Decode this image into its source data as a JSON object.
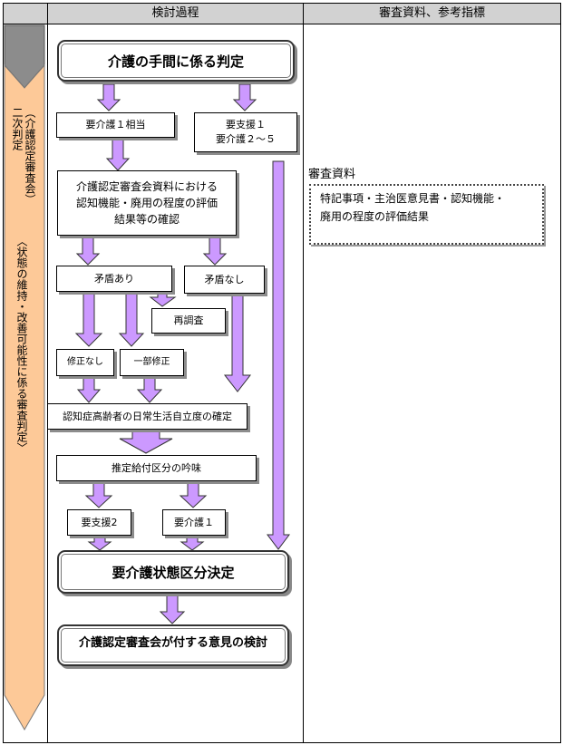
{
  "header": {
    "col_process": "検討過程",
    "col_materials": "審査資料、参考指標"
  },
  "sidebar": {
    "label_secondary": "二次判定",
    "label_committee": "（介護認定審査会）",
    "label_review": "〈状態の維持・改善可能性に係る審査判定〉",
    "colors": {
      "gray": "#8c8c8c",
      "peach": "#fdc998"
    }
  },
  "flow": {
    "start": "介護の手間に係る判定",
    "care1_equiv": "要介護１相当",
    "support1_care2_5": [
      "要支援１",
      "要介護２～５"
    ],
    "confirm": [
      "介護認定審査会資料における",
      "認知機能・廃用の程度の評価",
      "結果等の確認"
    ],
    "contradiction_yes": "矛盾あり",
    "contradiction_no": "矛盾なし",
    "reinvestigate": "再調査",
    "no_correction": "修正なし",
    "partial_correction": "一部修正",
    "dementia_level": "認知症高齢者の日常生活自立度の確定",
    "benefit_review": "推定給付区分の吟味",
    "support2": "要支援2",
    "care1": "要介護１",
    "decision": "要介護状態区分決定",
    "opinion": "介護認定審査会が付する意見の検討",
    "arrow_color": "#cc99ff"
  },
  "materials": {
    "title": "審査資料",
    "note": [
      "特記事項・主治医意見書・認知機能・",
      "廃用の程度の評価結果"
    ]
  }
}
